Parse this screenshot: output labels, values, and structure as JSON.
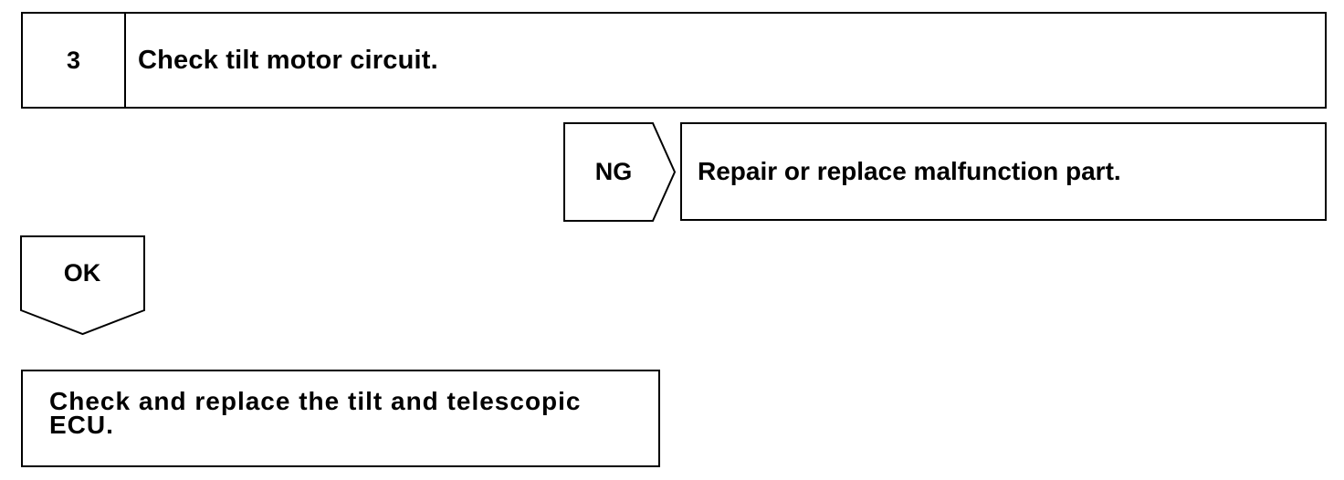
{
  "step": {
    "number": "3",
    "title": "Check tilt motor circuit."
  },
  "ng_branch": {
    "label": "NG",
    "result": "Repair or replace malfunction part."
  },
  "ok_branch": {
    "label": "OK"
  },
  "final_step": {
    "line1": "Check and replace the tilt and telescopic",
    "line2": "ECU."
  }
}
